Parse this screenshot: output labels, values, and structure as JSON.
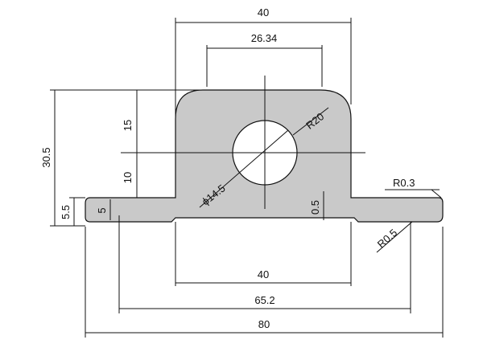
{
  "colors": {
    "part_fill": "#c9c9c9",
    "line": "#111111",
    "background": "#ffffff"
  },
  "dimensions": {
    "top_width": "40",
    "inner_width": "26.34",
    "height_total": "30.5",
    "height_upper": "15",
    "height_lower": "10",
    "flange_height": "5.5",
    "flange_step": "5",
    "radius_arc": "R20",
    "hole_diameter": "ϕ14.5",
    "small_gap": "0.5",
    "radius_small_top": "R0.3",
    "radius_small_bottom": "R0.5",
    "base_width": "40",
    "span_width": "65.2",
    "overall_width": "80"
  }
}
